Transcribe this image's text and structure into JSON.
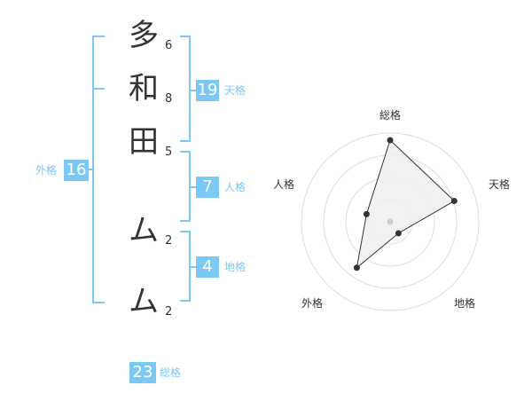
{
  "name": {
    "characters": [
      {
        "char": "多",
        "strokes": "6"
      },
      {
        "char": "和",
        "strokes": "8"
      },
      {
        "char": "田",
        "strokes": "5"
      },
      {
        "char": "ム",
        "strokes": "2"
      },
      {
        "char": "ム",
        "strokes": "2"
      }
    ]
  },
  "scores": {
    "tenkaku": {
      "value": "19",
      "label": "天格"
    },
    "jinkaku": {
      "value": "7",
      "label": "人格"
    },
    "chikaku": {
      "value": "4",
      "label": "地格"
    },
    "gaikaku": {
      "value": "16",
      "label": "外格"
    },
    "soukaku": {
      "value": "23",
      "label": "総格"
    }
  },
  "chart_data": {
    "type": "radar",
    "axes": [
      "総格",
      "天格",
      "地格",
      "外格",
      "人格"
    ],
    "values": [
      23,
      19,
      4,
      16,
      7
    ],
    "rings": 4,
    "colors": {
      "fill": "#eeeeee",
      "stroke": "#333333",
      "grid": "#dddddd",
      "accent": "#7cc8f5"
    }
  }
}
